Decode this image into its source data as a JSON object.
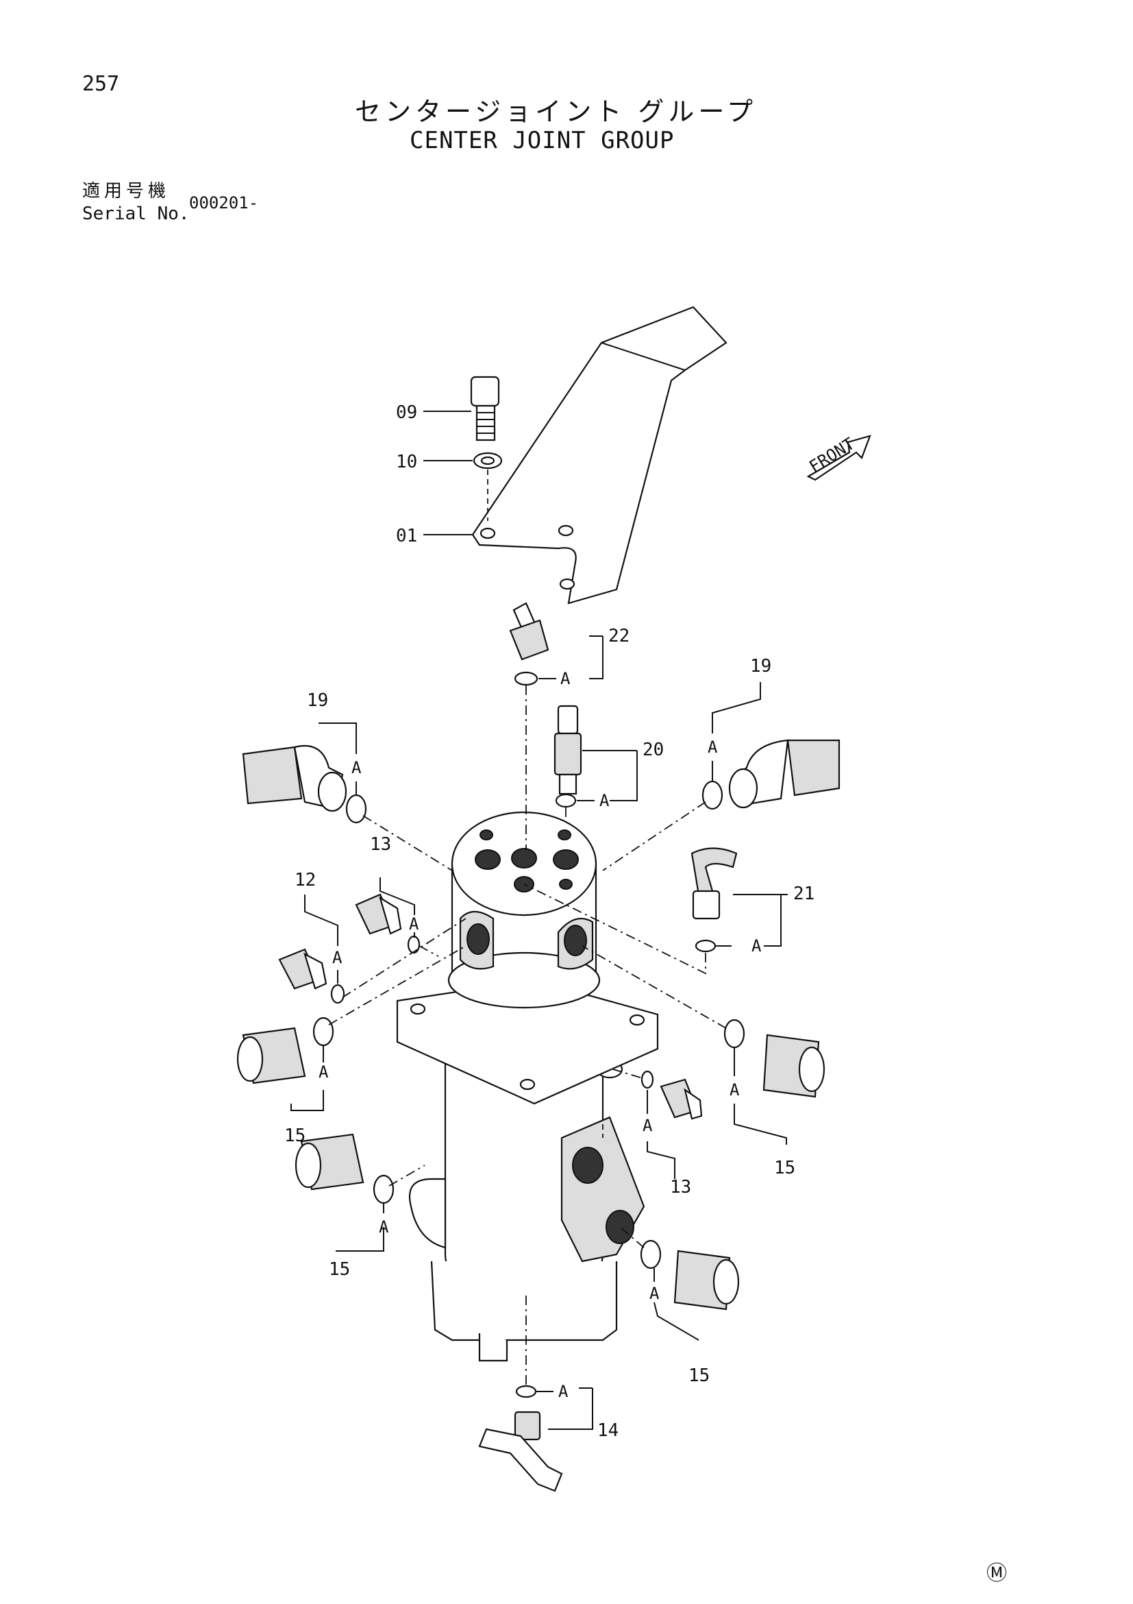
{
  "page": {
    "number": "257",
    "title_jp": "センタージョイント グループ",
    "title_en": "CENTER JOINT GROUP",
    "serial_label_jp": "適用号機",
    "serial_label_en": "Serial No.",
    "serial_value": "000201-"
  },
  "callouts": {
    "p01": "01",
    "p09": "09",
    "p10": "10",
    "p12": "12",
    "p13a": "13",
    "p13b": "13",
    "p14": "14",
    "p15a": "15",
    "p15b": "15",
    "p15c": "15",
    "p15d": "15",
    "p19a": "19",
    "p19b": "19",
    "p20": "20",
    "p21": "21",
    "p22": "22"
  },
  "seal_label": "A",
  "front_label": "FRONT",
  "mark": "Ⓜ"
}
